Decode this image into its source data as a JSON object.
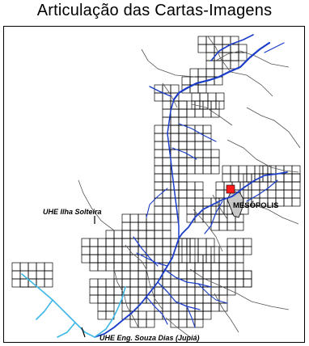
{
  "title": "Articulação das Cartas-Imagens",
  "labels": {
    "ilha_solteira": "UHE Ilha Solteira",
    "mesopolis": "MESÓPOLIS",
    "jupia": "UHE Eng. Souza Dias (Jupiá)"
  },
  "colors": {
    "grid": "#000000",
    "reservoir": "#1a3cc8",
    "lower_river": "#3fb8e6",
    "tributary": "#555555",
    "highlight": "#ff1a1a",
    "mesopolis_area": "#c8c8c8"
  }
}
